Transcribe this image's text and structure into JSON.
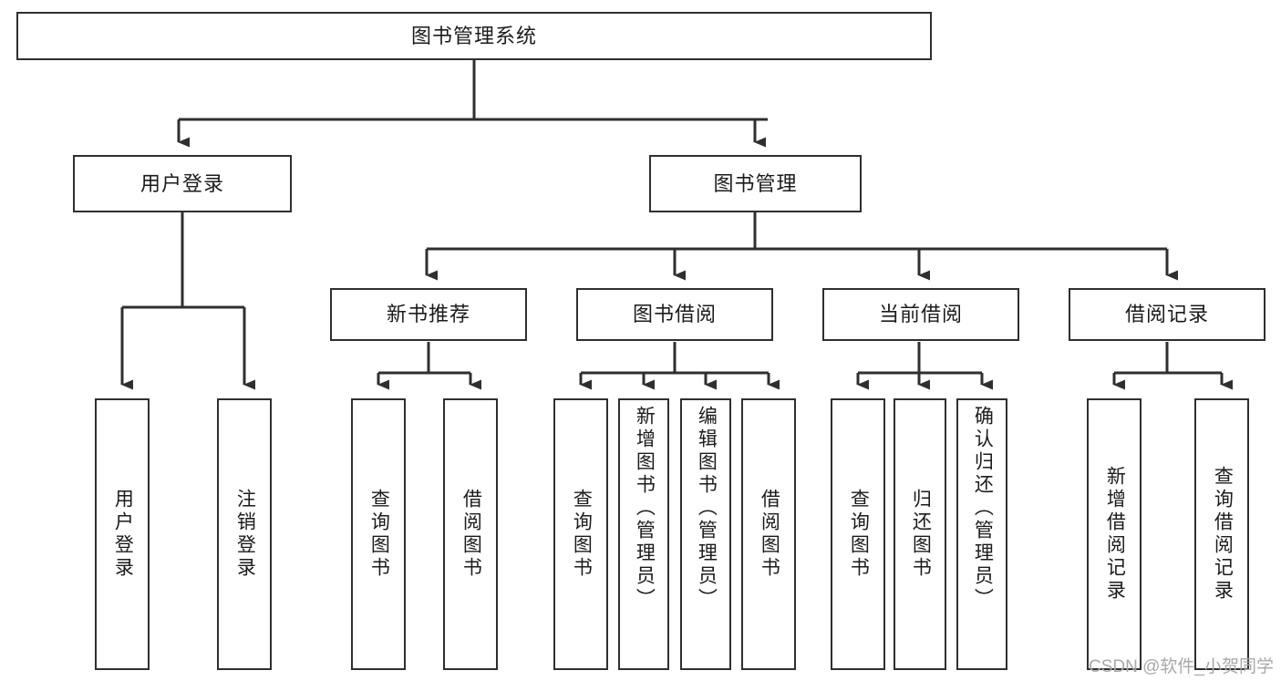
{
  "diagram": {
    "title": "图书管理系统",
    "type": "tree",
    "watermark": "CSDN @软件_小贺同学",
    "colors": {
      "stroke": "#2f2f2f",
      "fill": "#ffffff",
      "text": "#1b1b1b",
      "watermark": "#a8a8a8"
    },
    "root": {
      "label": "图书管理系统"
    },
    "level2": [
      {
        "label": "用户登录"
      },
      {
        "label": "图书管理"
      }
    ],
    "level3": [
      {
        "label": "新书推荐"
      },
      {
        "label": "图书借阅"
      },
      {
        "label": "当前借阅"
      },
      {
        "label": "借阅记录"
      }
    ],
    "leaves": {
      "user_login": [
        {
          "label": "用户登录"
        },
        {
          "label": "注销登录"
        }
      ],
      "new_book_recommend": [
        {
          "label": "查询图书"
        },
        {
          "label": "借阅图书"
        }
      ],
      "book_borrow": [
        {
          "label": "查询图书"
        },
        {
          "label": "新增图书（管理员）"
        },
        {
          "label": "编辑图书（管理员）"
        },
        {
          "label": "借阅图书"
        }
      ],
      "current_borrow": [
        {
          "label": "查询图书"
        },
        {
          "label": "归还图书"
        },
        {
          "label": "确认归还（管理员）"
        }
      ],
      "borrow_record": [
        {
          "label": "新增借阅记录"
        },
        {
          "label": "查询借阅记录"
        }
      ]
    }
  }
}
